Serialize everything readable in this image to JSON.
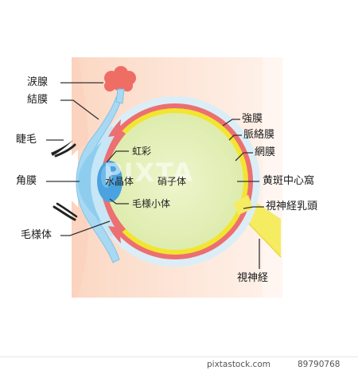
{
  "labels": {
    "lacrimal_gland": "涙腺",
    "conjunctiva": "結膜",
    "eyelash": "睫毛",
    "cornea": "角膜",
    "ciliary_body": "毛様体",
    "iris": "虹彩",
    "lens": "水晶体",
    "vitreous": "硝子体",
    "ciliary_zonule": "毛様小体",
    "sclera": "強膜",
    "choroid": "脈絡膜",
    "retina": "網膜",
    "macula": "黄斑中心窩",
    "optic_disc": "視神経乳頭",
    "optic_nerve": "視神経"
  },
  "watermark": "PIXTA",
  "footer": {
    "site": "pixtastock.com",
    "id": "89790768"
  },
  "colors": {
    "skin": "#fde7da",
    "sclera": "#d6eaf4",
    "choroid": "#ec6f72",
    "retina": "#f3e62e",
    "vitreous": "#e6efb6",
    "cornea": "#9fd3ef",
    "lens": "#4aa3e0",
    "gland": "#ee6d64",
    "optic_nerve": "#f7ef6b"
  }
}
